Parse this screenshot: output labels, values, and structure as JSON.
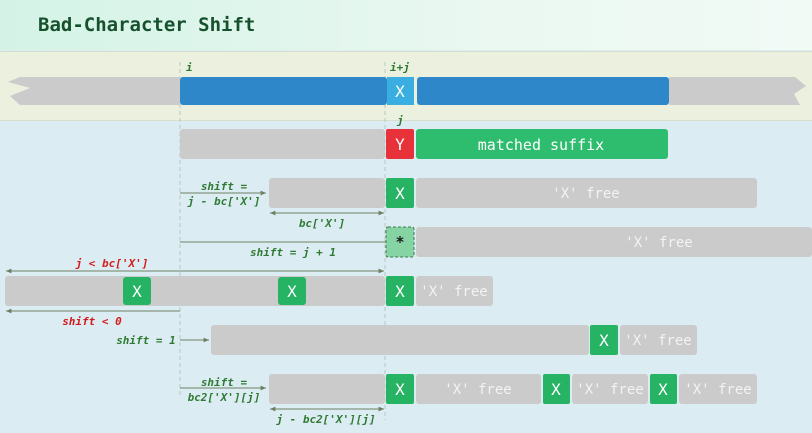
{
  "title": "Bad-Character Shift",
  "labels": {
    "i": "i",
    "i_plus_j": "i+j",
    "j": "j",
    "x": "X",
    "y": "Y",
    "star": "*",
    "matched_suffix": "matched suffix",
    "x_free": "'X' free",
    "shift_eq": "shift =",
    "j_minus_bc": "j - bc['X']",
    "bc_x": "bc['X']",
    "shift_j_plus_1": "shift = j + 1",
    "j_lt_bc": "j < bc['X']",
    "shift_lt_0": "shift < 0",
    "shift_eq_1": "shift = 1",
    "bc2_x_j": "bc2['X'][j]",
    "j_minus_bc2": "j - bc2['X'][j]"
  },
  "colors": {
    "text_bar": "#2e87c8",
    "text_cell": "#3aaee0",
    "mismatch": "#e8323a",
    "match": "#2ebd6e",
    "cell_green": "#26b363",
    "star_cell": "#86d4a4",
    "gray": "#cbcbcb"
  }
}
